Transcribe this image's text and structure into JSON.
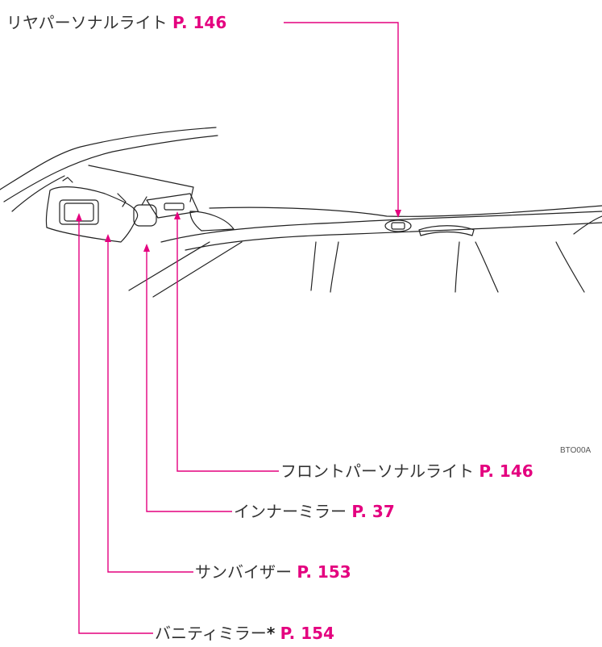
{
  "colors": {
    "callout": "#e4007f",
    "text": "#333333",
    "line": "#222222"
  },
  "image_code": "BTO00A",
  "callouts": [
    {
      "label": "リヤパーソナルライト",
      "page": "P. 146"
    },
    {
      "label": "フロントパーソナルライト",
      "page": "P. 146"
    },
    {
      "label": "インナーミラー",
      "page": "P. 37"
    },
    {
      "label": "サンバイザー",
      "page": "P. 153"
    },
    {
      "label": "バニティミラー",
      "star": "*",
      "page": "P. 154"
    }
  ]
}
